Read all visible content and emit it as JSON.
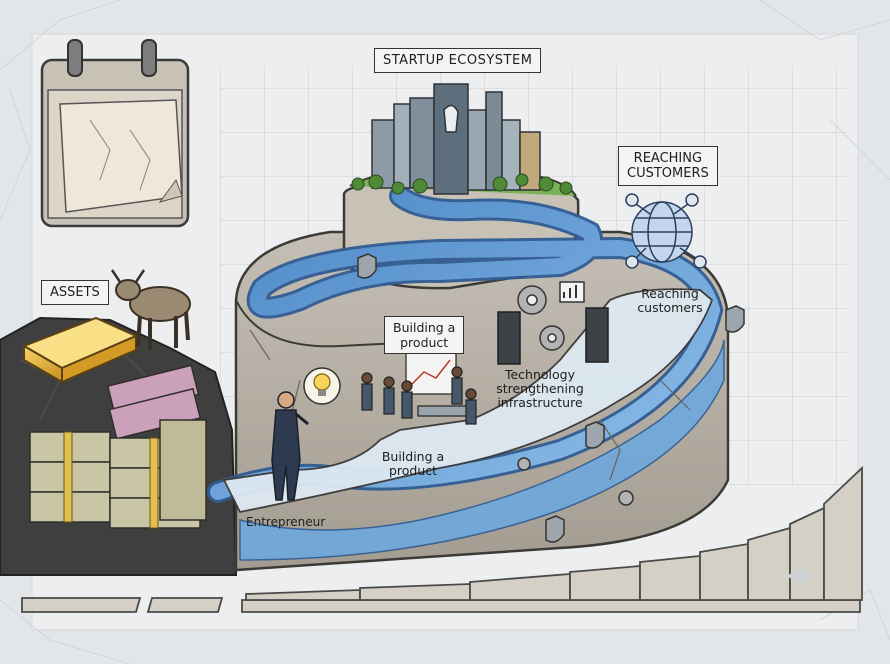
{
  "labels": {
    "startup_ecosystem": "STARTUP ECOSYSTEM",
    "reaching_customers_top": "REACHING\nCUSTOMERS",
    "assets": "ASSETS",
    "building_product_top": "Building a\nproduct",
    "reaching_customers_path": "Reaching\ncustomers",
    "technology": "Technology\nstrengthening\ninfrastructure",
    "building_product_path": "Building a\nproduct",
    "entrepreneur": "Entrepreneur"
  },
  "colors": {
    "background": "#e3e6e8",
    "rock": "#b8b2a8",
    "rock_dark": "#8d867c",
    "water": "#6ea8dc",
    "water_light": "#b7d6ef",
    "gold": "#e8b53a",
    "cash": "#c8c4a4",
    "cash_note": "#c89ab6",
    "city": "#8b9aa6",
    "tree": "#5a8a3c"
  },
  "icons": [
    "calendar-icon",
    "bull-icon",
    "gold-bar-icon",
    "cash-stack-icon",
    "network-globe-icon",
    "gear-icon",
    "server-icon",
    "chart-icon",
    "shield-icon",
    "lightbulb-icon",
    "city-skyline-icon"
  ]
}
